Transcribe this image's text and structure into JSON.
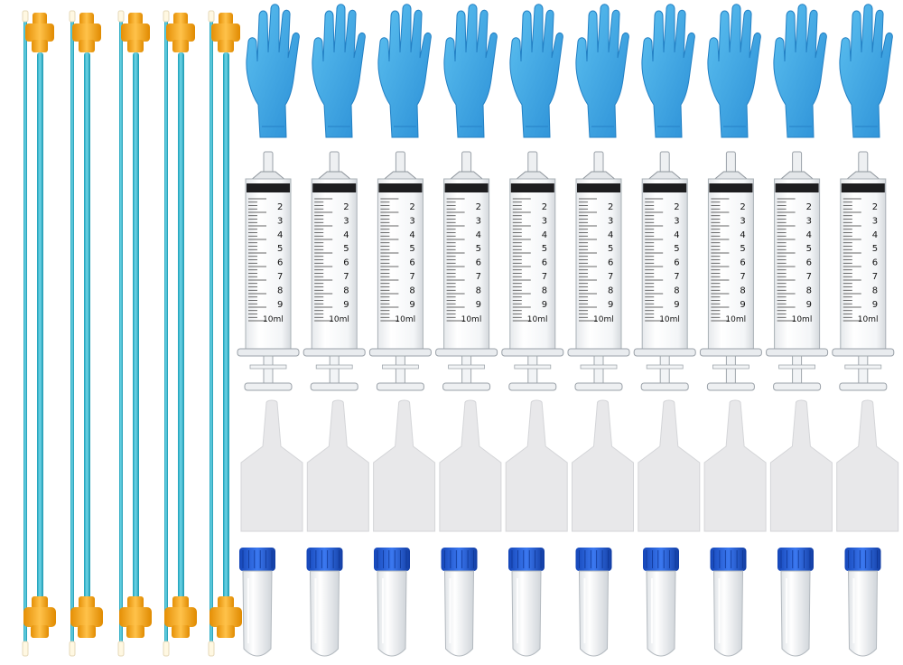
{
  "image": {
    "background": "#ffffff"
  },
  "kit": {
    "catheters": {
      "count": 5,
      "tube_color": "#27b6cf",
      "hub_color": "#f7a81b",
      "tip_color": "#fff8e2"
    },
    "gloves": {
      "count": 10,
      "color": "#3aa9e6"
    },
    "syringes": {
      "count": 10,
      "scale_marks": [
        "2",
        "3",
        "4",
        "5",
        "6",
        "7",
        "8",
        "9"
      ],
      "volume_label": "10ml"
    },
    "spatulas": {
      "count": 10,
      "color": "#e8e8ea"
    },
    "tubes": {
      "count": 10,
      "cap_color": "#1e56d8"
    }
  }
}
